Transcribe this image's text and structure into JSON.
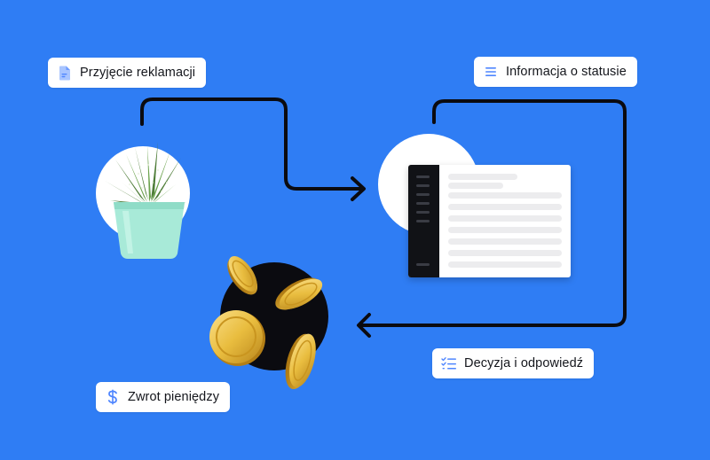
{
  "steps": {
    "intake": {
      "label": "Przyjęcie reklamacji",
      "icon": "document-icon"
    },
    "status": {
      "label": "Informacja o statusie",
      "icon": "menu-lines-icon"
    },
    "decision": {
      "label": "Decyzja i odpowiedź",
      "icon": "checklist-icon"
    },
    "refund": {
      "label": "Zwrot pieniędzy",
      "icon": "dollar-icon"
    }
  },
  "colors": {
    "background": "#2f7df4",
    "accent": "#4f86ff",
    "arrow": "#0b0b10"
  }
}
